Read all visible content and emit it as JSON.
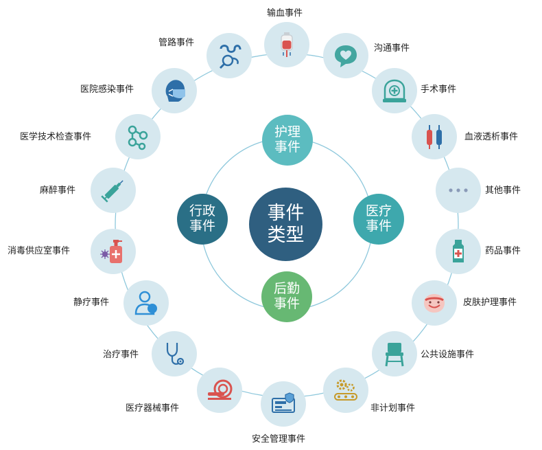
{
  "center": {
    "line1": "事件",
    "line2": "类型"
  },
  "categories": [
    {
      "line1": "护理",
      "line2": "事件",
      "color": "#5cbcc0"
    },
    {
      "line1": "医疗",
      "line2": "事件",
      "color": "#3ea8ad"
    },
    {
      "line1": "后勤",
      "line2": "事件",
      "color": "#67b873"
    },
    {
      "line1": "行政",
      "line2": "事件",
      "color": "#2a6f86"
    }
  ],
  "events": [
    {
      "label": "输血事件",
      "icon": "blood-bag-icon"
    },
    {
      "label": "沟通事件",
      "icon": "chat-heart-icon"
    },
    {
      "label": "手术事件",
      "icon": "surgery-dome-icon"
    },
    {
      "label": "血液透析事件",
      "icon": "dialysis-tubes-icon"
    },
    {
      "label": "其他事件",
      "icon": "more-dots-icon"
    },
    {
      "label": "药品事件",
      "icon": "medicine-bottle-icon"
    },
    {
      "label": "皮肤护理事件",
      "icon": "face-mask-icon"
    },
    {
      "label": "公共设施事件",
      "icon": "chair-icon"
    },
    {
      "label": "非计划事件",
      "icon": "gears-conveyor-icon"
    },
    {
      "label": "安全管理事件",
      "icon": "security-device-icon"
    },
    {
      "label": "医疗器械事件",
      "icon": "mri-scanner-icon"
    },
    {
      "label": "治疗事件",
      "icon": "stethoscope-icon"
    },
    {
      "label": "静疗事件",
      "icon": "patient-user-icon"
    },
    {
      "label": "消毒供应室事件",
      "icon": "sanitizer-bottle-icon"
    },
    {
      "label": "麻醉事件",
      "icon": "syringe-icon"
    },
    {
      "label": "医学技术检查事件",
      "icon": "molecule-icon"
    },
    {
      "label": "医院感染事件",
      "icon": "mask-head-icon"
    },
    {
      "label": "管路事件",
      "icon": "tubing-magnifier-icon"
    }
  ],
  "colors": {
    "ring": "#8ec8dc",
    "node_bg": "#d6e8ef",
    "icon_primary": "#2e6fa8",
    "icon_accent": "#d9534f"
  }
}
